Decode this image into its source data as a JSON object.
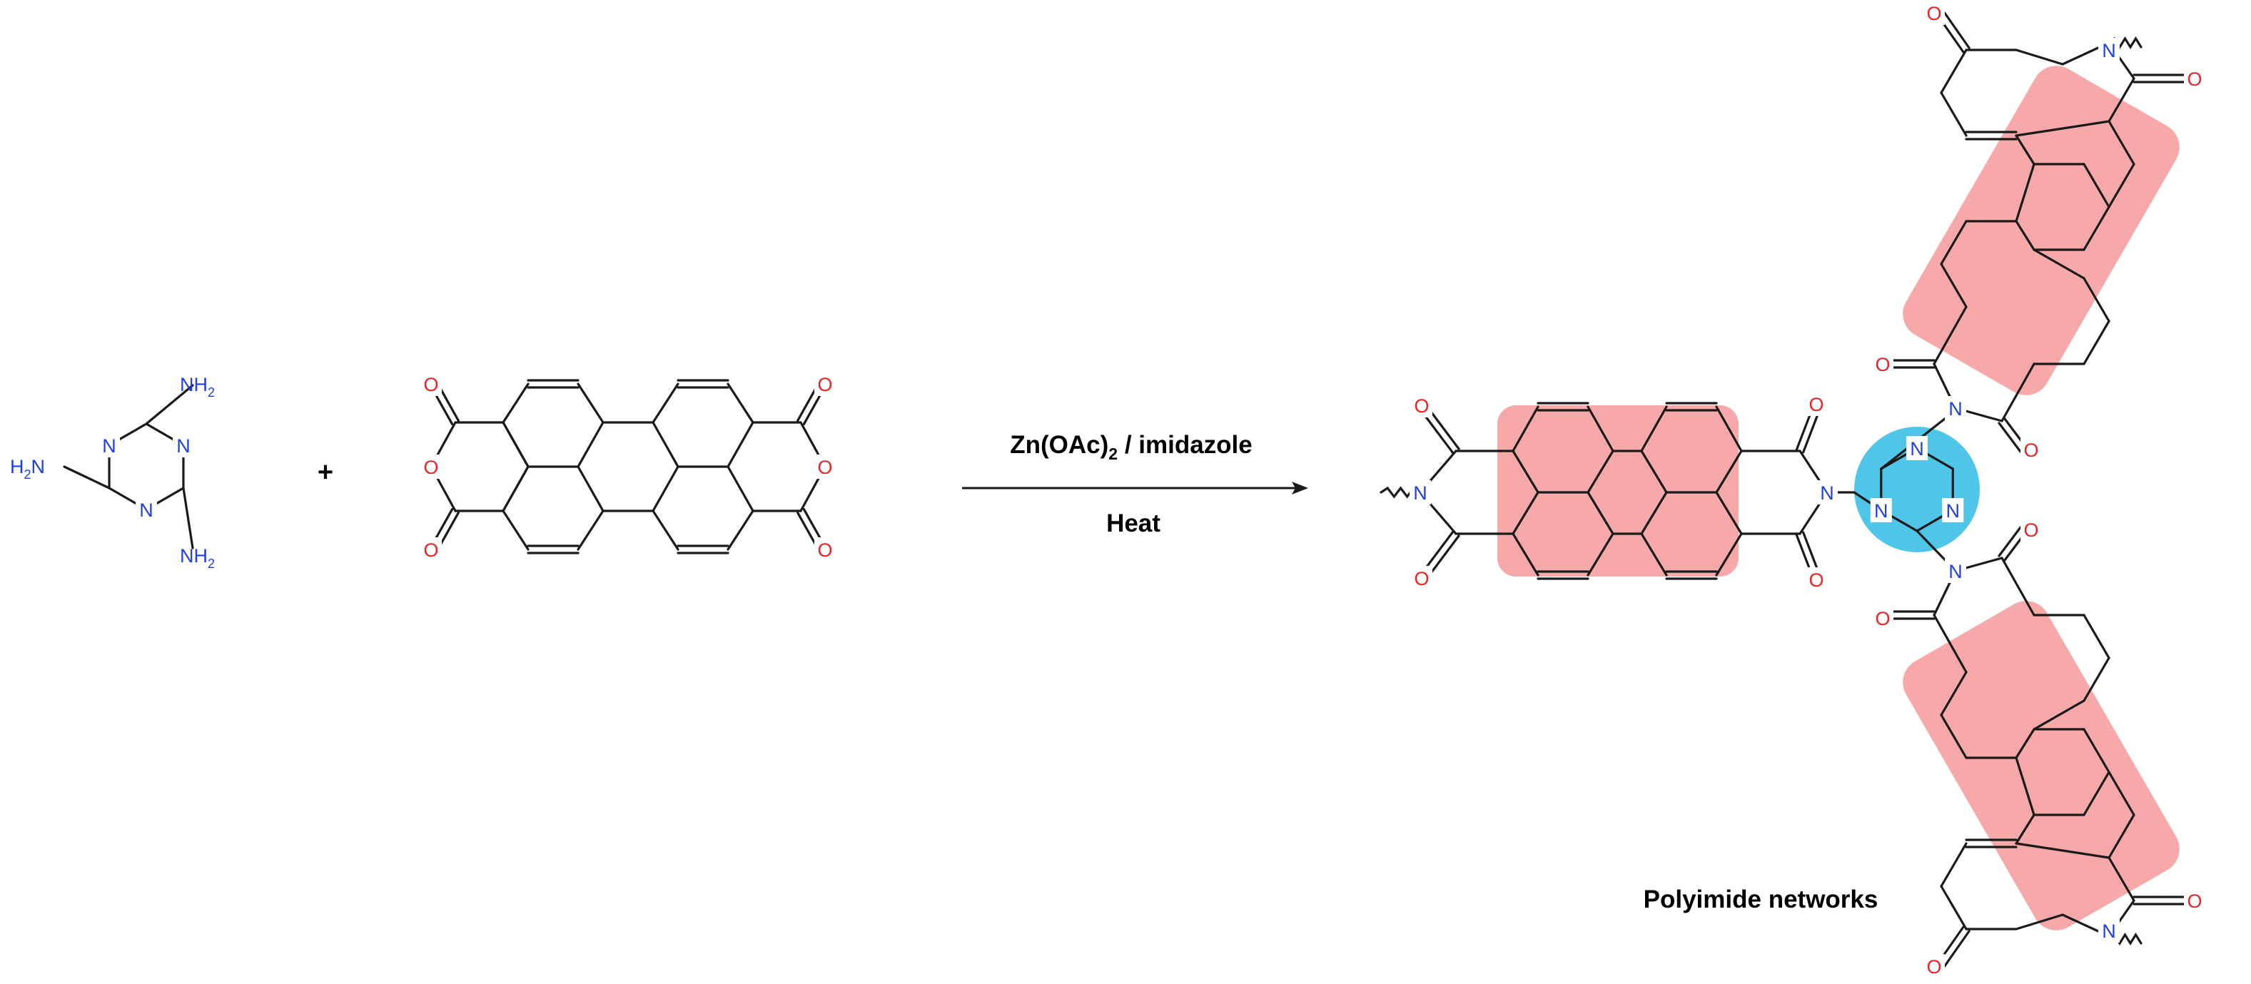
{
  "colors": {
    "nitrogen": "#1f3fe0",
    "oxygen": "#ee2222",
    "bond": "#1a1a1a",
    "core_highlight": "#f7a8a8",
    "triazine_highlight": "#4fc6e8"
  },
  "reactants": {
    "plus_sign": "+",
    "melamine": {
      "amine_label": "NH",
      "amine_subscript": "2",
      "amine_left_label": "H",
      "amine_left_subscript": "2",
      "amine_left_suffix": "N",
      "ring_atom": "N"
    },
    "ptcda": {
      "oxygen_atom": "O"
    }
  },
  "conditions": {
    "catalyst_prefix": "Zn(OAc)",
    "catalyst_subscript": "2",
    "catalyst_suffix": " / imidazole",
    "below_arrow": "Heat"
  },
  "product": {
    "label": "Polyimide networks",
    "nitrogen_atom": "N",
    "oxygen_atom": "O"
  }
}
